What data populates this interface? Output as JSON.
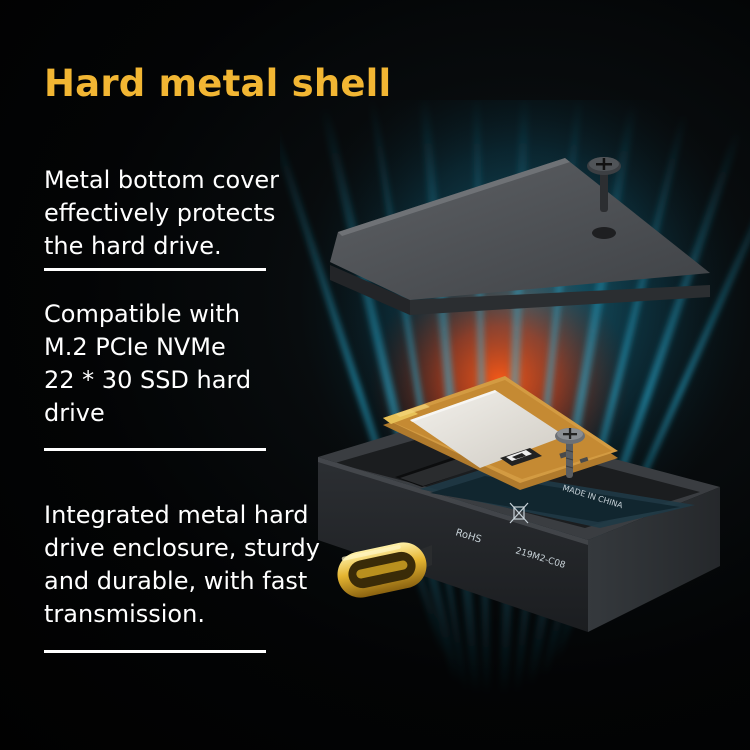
{
  "headline": "Hard metal shell",
  "features": [
    {
      "text": "Metal bottom cover\neffectively protects\nthe hard drive."
    },
    {
      "text": "Compatible with\nM.2 PCIe NVMe\n22 * 30 SSD hard\ndrive"
    },
    {
      "text": "Integrated metal hard\ndrive enclosure, sturdy\nand durable, with fast\ntransmission."
    }
  ],
  "product_labels": {
    "made_in": "MADE IN CHINA",
    "rohs": "RoHS",
    "model": "219M2-C08"
  },
  "colors": {
    "headline": "#f2b633",
    "text": "#ffffff",
    "background": "#020203",
    "cool_glow": "#1fa3c9",
    "warm_glow": "#ff4a12"
  }
}
